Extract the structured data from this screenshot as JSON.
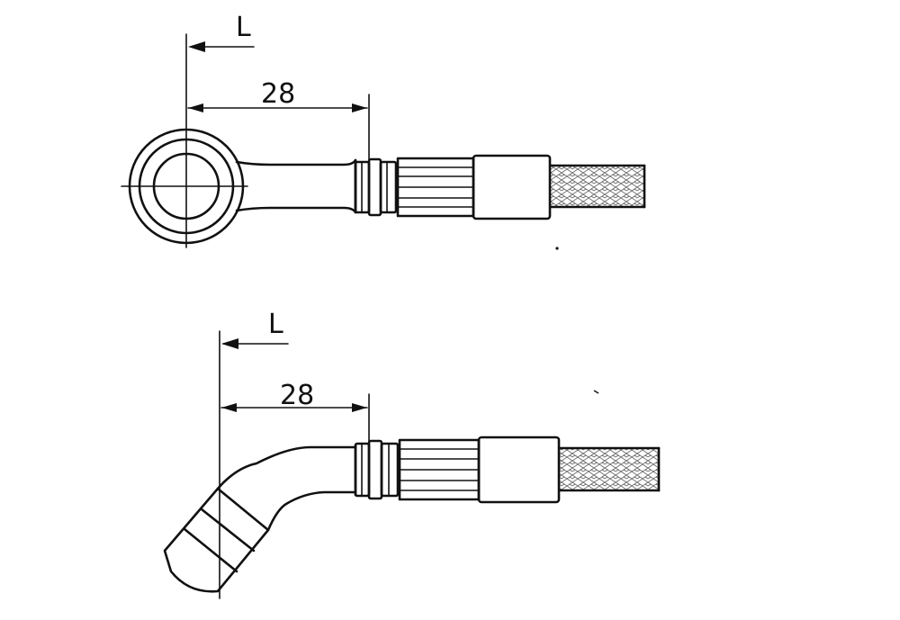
{
  "fittings": [
    {
      "id": "straight",
      "dimension_length": "28",
      "reference_label": "L"
    },
    {
      "id": "angled",
      "dimension_length": "28",
      "reference_label": "L"
    }
  ],
  "colors": {
    "line": "#111111",
    "background": "#ffffff"
  }
}
